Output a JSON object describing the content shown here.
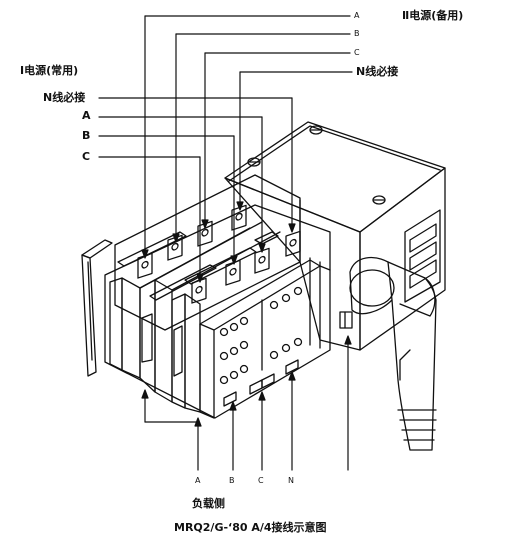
{
  "labels": {
    "source2": "Ⅱ电源(备用)",
    "source1": "Ⅰ电源(常用)",
    "n_connect_top": "N线必接",
    "n_connect_left": "N线必接",
    "top_A": "A",
    "top_B": "B",
    "top_C": "C",
    "left_A": "A",
    "left_B": "B",
    "left_C": "C",
    "bottom_A": "A",
    "bottom_B": "B",
    "bottom_C": "C",
    "bottom_N": "N",
    "load_side": "负载侧",
    "caption": "MRQ2/G-‘80 A/4接线示意图"
  }
}
